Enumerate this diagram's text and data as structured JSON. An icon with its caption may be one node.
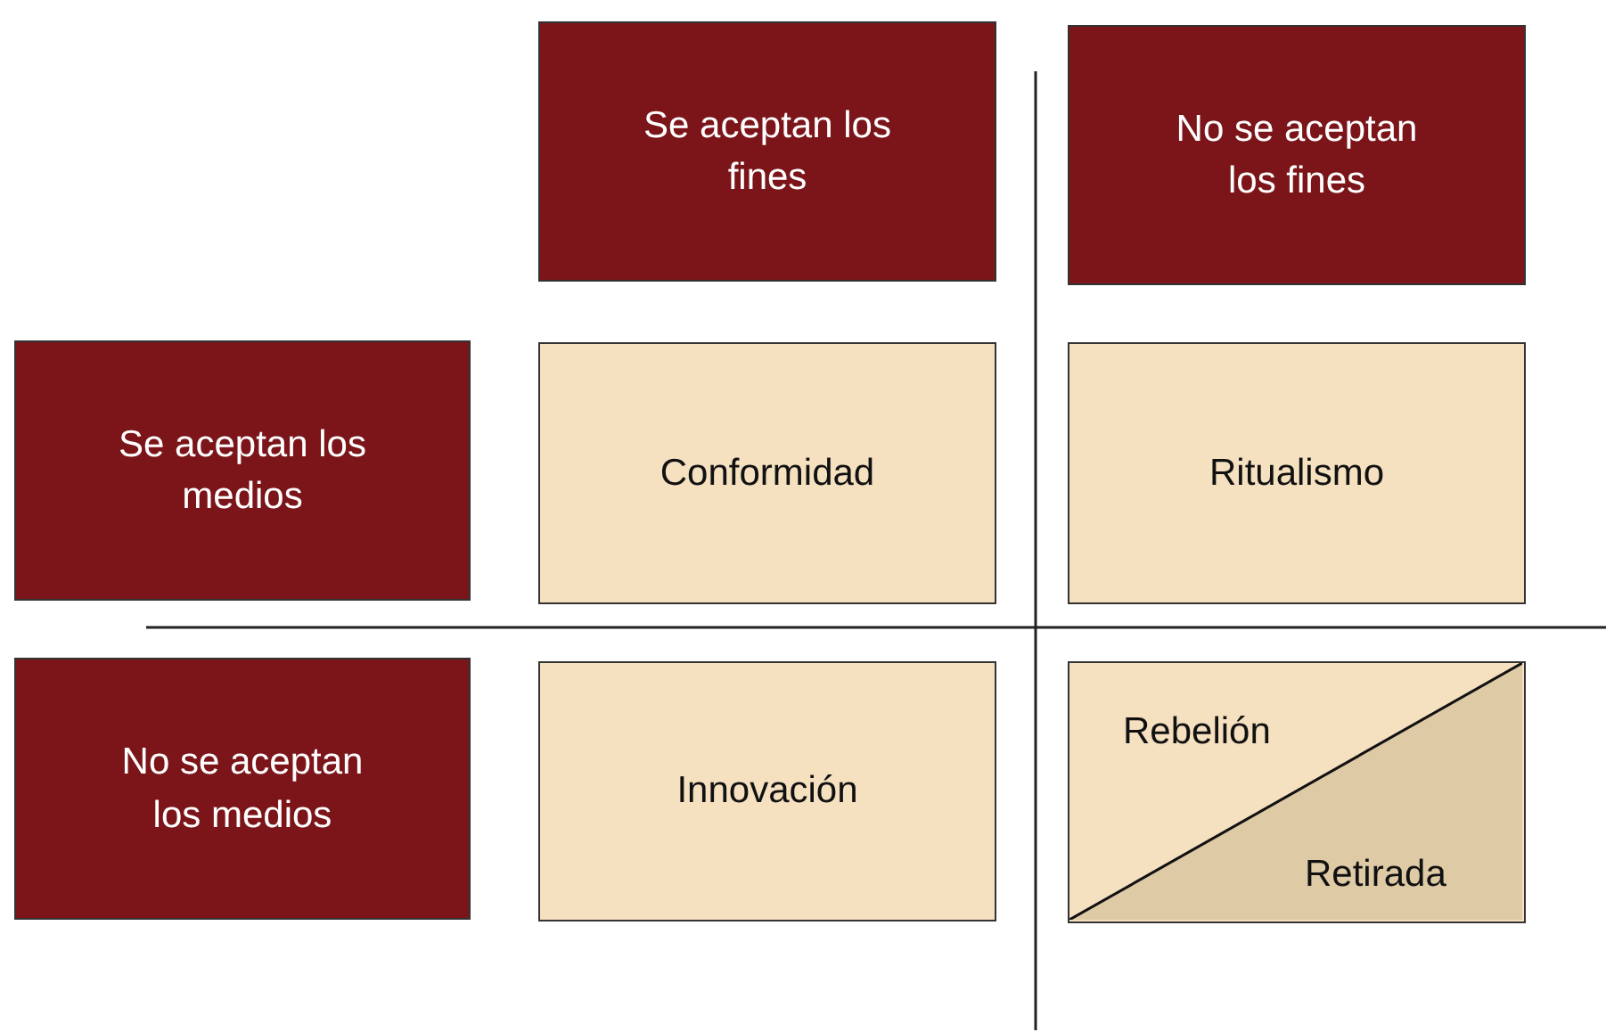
{
  "diagram": {
    "nodes": [
      {
        "text": [
          "Se aceptan los fines"
        ]
      },
      {
        "text": [
          "No se aceptan los fines"
        ]
      },
      {
        "text": [
          "Se aceptan los medios"
        ]
      },
      {
        "text": [
          "Conformidad"
        ]
      },
      {
        "text": [
          "Ritualismo"
        ]
      },
      {
        "text": [
          "No se aceptan los medios"
        ]
      },
      {
        "text": [
          "Innovación"
        ]
      },
      {
        "text": [
          "Rebelión",
          "Retirada"
        ]
      }
    ],
    "edges": []
  }
}
